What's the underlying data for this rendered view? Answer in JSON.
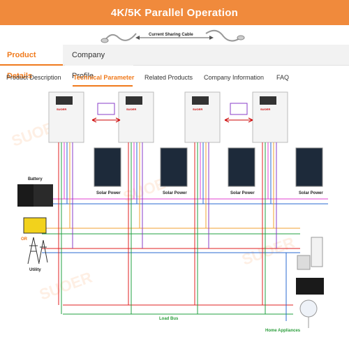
{
  "banner": {
    "title": "4K/5K Parallel Operation"
  },
  "top_strip": {
    "cable_label": "Current Sharing Cable"
  },
  "tabs": [
    {
      "label": "Product Details"
    },
    {
      "label": "Company Profile"
    }
  ],
  "subnav": [
    {
      "label": "Product Description"
    },
    {
      "label": "Technical Parameter"
    },
    {
      "label": "Related Products"
    },
    {
      "label": "Company Information"
    },
    {
      "label": "FAQ"
    }
  ],
  "diagram": {
    "battery_label": "Battery",
    "generator_or_label": "OR",
    "utility_label": "Utility",
    "solar_label": "Solar Power",
    "load_bus_label": "Load Bus",
    "home_appliances_label": "Home Appliances",
    "watermark": "SUOER",
    "inverter_brand": "SUOER"
  },
  "colors": {
    "accent": "#f07a1c",
    "banner": "#f08a3c",
    "wire_red": "#e02020",
    "wire_green": "#20a040",
    "wire_purple": "#8a3cc8",
    "wire_blue": "#2a6ad0",
    "wire_orange": "#f0a030",
    "wire_magenta": "#e040d0"
  }
}
